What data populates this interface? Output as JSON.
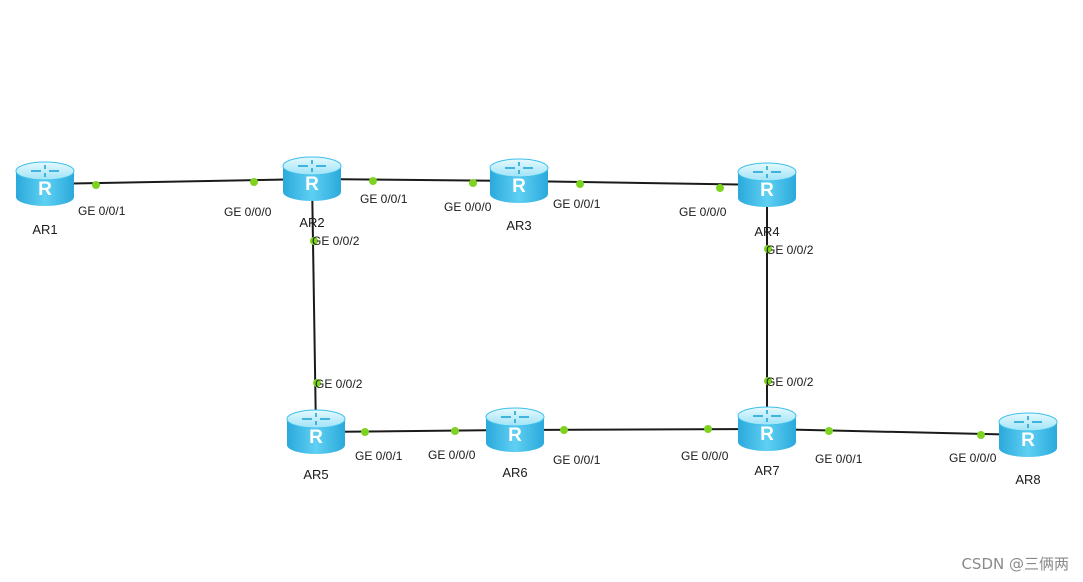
{
  "diagram": {
    "router_icon_letter": "R",
    "colors": {
      "link": "#1a1a1a",
      "port_dot": "#7ed321",
      "router_top": "#bfeefa",
      "router_body": "#3cc0ea",
      "router_shade": "#1fa6d6",
      "label_text": "#1a1a1a"
    },
    "routers": [
      {
        "id": "AR1",
        "label": "AR1"
      },
      {
        "id": "AR2",
        "label": "AR2"
      },
      {
        "id": "AR3",
        "label": "AR3"
      },
      {
        "id": "AR4",
        "label": "AR4"
      },
      {
        "id": "AR5",
        "label": "AR5"
      },
      {
        "id": "AR6",
        "label": "AR6"
      },
      {
        "id": "AR7",
        "label": "AR7"
      },
      {
        "id": "AR8",
        "label": "AR8"
      }
    ],
    "links": [
      {
        "from": "AR1",
        "from_port": "GE 0/0/1",
        "to": "AR2",
        "to_port": "GE 0/0/0"
      },
      {
        "from": "AR2",
        "from_port": "GE 0/0/1",
        "to": "AR3",
        "to_port": "GE 0/0/0"
      },
      {
        "from": "AR3",
        "from_port": "GE 0/0/1",
        "to": "AR4",
        "to_port": "GE 0/0/0"
      },
      {
        "from": "AR2",
        "from_port": "GE 0/0/2",
        "to": "AR5",
        "to_port": "GE 0/0/2"
      },
      {
        "from": "AR4",
        "from_port": "GE 0/0/2",
        "to": "AR7",
        "to_port": "GE 0/0/2"
      },
      {
        "from": "AR5",
        "from_port": "GE 0/0/1",
        "to": "AR6",
        "to_port": "GE 0/0/0"
      },
      {
        "from": "AR6",
        "from_port": "GE 0/0/1",
        "to": "AR7",
        "to_port": "GE 0/0/0"
      },
      {
        "from": "AR7",
        "from_port": "GE 0/0/1",
        "to": "AR8",
        "to_port": "GE 0/0/0"
      }
    ]
  },
  "watermark": "CSDN @三俩两"
}
